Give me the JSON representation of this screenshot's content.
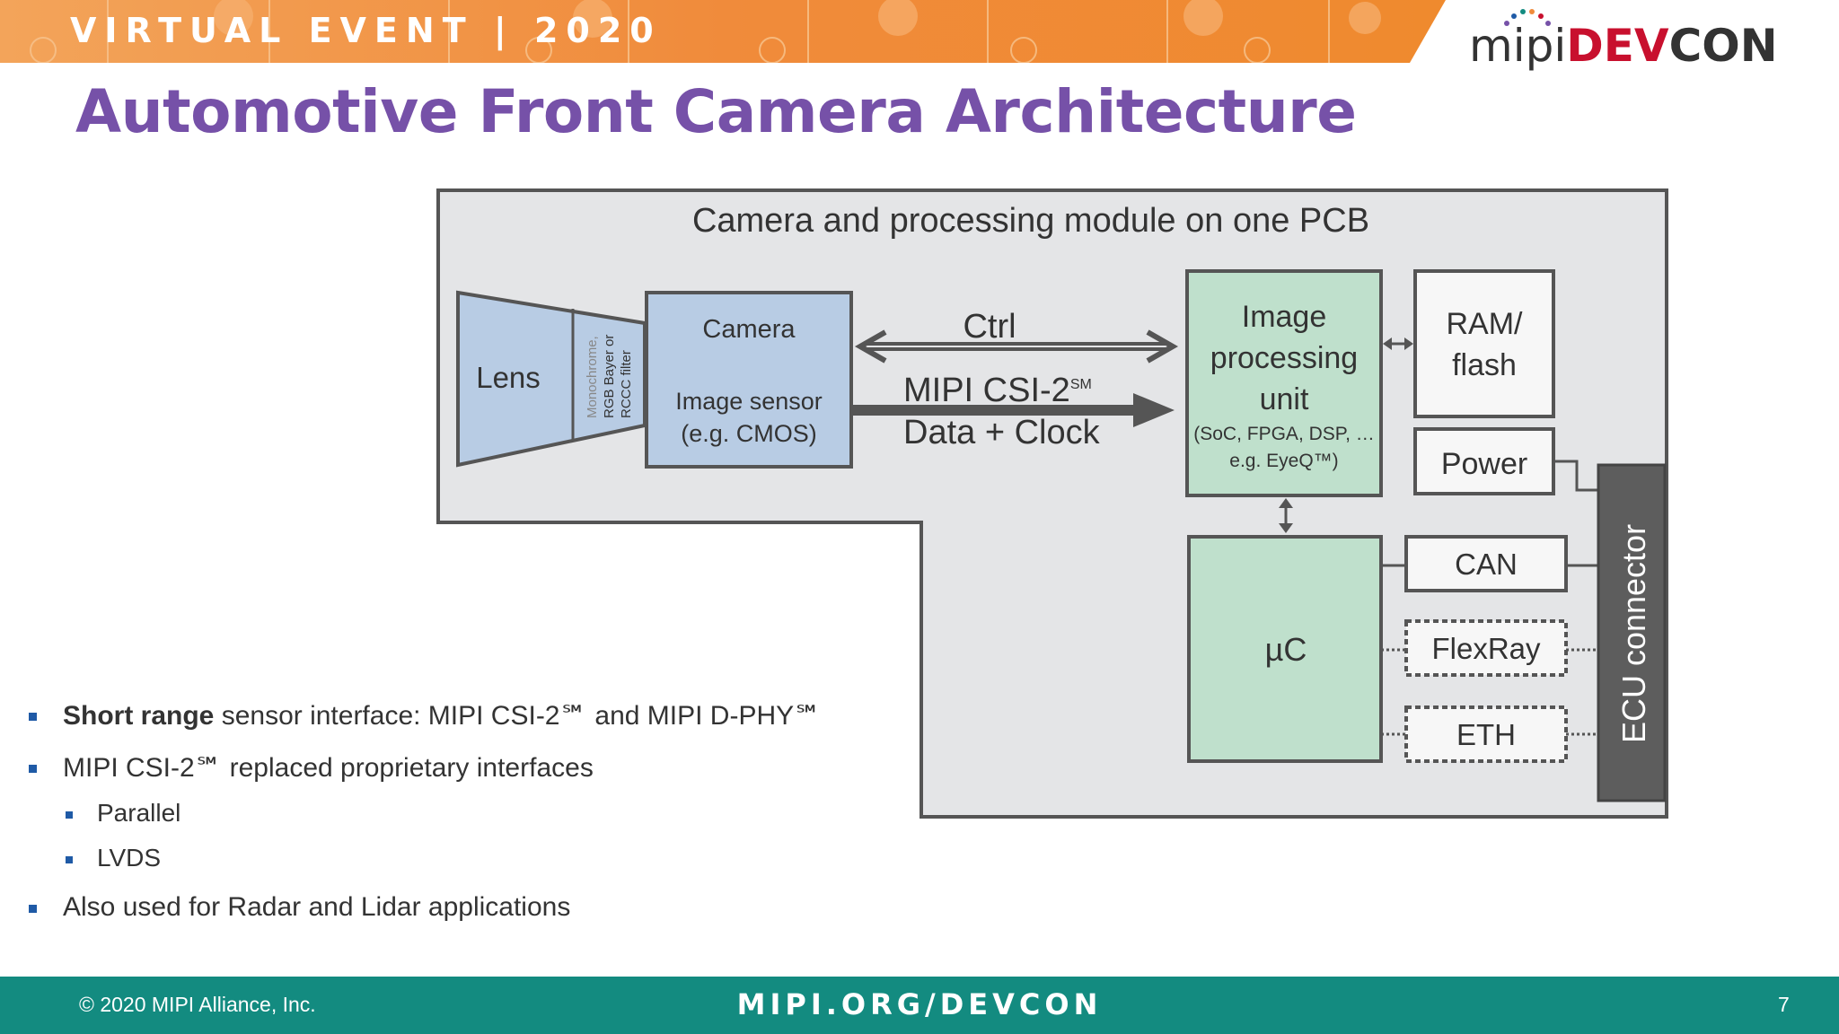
{
  "banner": {
    "text": "VIRTUAL EVENT  |  2020"
  },
  "logo": {
    "mipi": "mipi",
    "dev": "DEV",
    "con": "CON"
  },
  "slide": {
    "title": "Automotive Front Camera Architecture",
    "page_number": "7"
  },
  "diagram": {
    "module_label": "Camera and processing module on one PCB",
    "lens": "Lens",
    "filter_lines": [
      "Monochrome,",
      "RGB Bayer or",
      "RCCC filter"
    ],
    "camera_title": "Camera",
    "sensor_line1": "Image sensor",
    "sensor_line2": "(e.g. CMOS)",
    "ctrl": "Ctrl",
    "csi_line1": "MIPI CSI-2",
    "csi_sup": "SM",
    "csi_line2": "Data + Clock",
    "ipu_lines": [
      "Image",
      "processing",
      "unit"
    ],
    "ipu_sub1": "(SoC, FPGA, DSP, …",
    "ipu_sub2": "e.g. EyeQ™)",
    "ram_line1": "RAM/",
    "ram_line2": "flash",
    "power": "Power",
    "uc": "µC",
    "can": "CAN",
    "flexray": "FlexRay",
    "eth": "ETH",
    "ecu": "ECU connector",
    "colors": {
      "blue_box": "#b8cce4",
      "green_box": "#bfe0cc",
      "ecu": "#5d5d5d",
      "module_bg": "#e4e5e7"
    }
  },
  "bullets": {
    "b1_bold": "Short range",
    "b1_rest": " sensor interface: MIPI CSI-2℠ and MIPI D-PHY℠",
    "b2": "MIPI CSI-2℠ replaced proprietary interfaces",
    "b2a": "Parallel",
    "b2b": "LVDS",
    "b3": "Also used for Radar and Lidar applications"
  },
  "footer": {
    "copyright": "© 2020 MIPI Alliance, Inc.",
    "url": "MIPI.ORG/DEVCON"
  }
}
